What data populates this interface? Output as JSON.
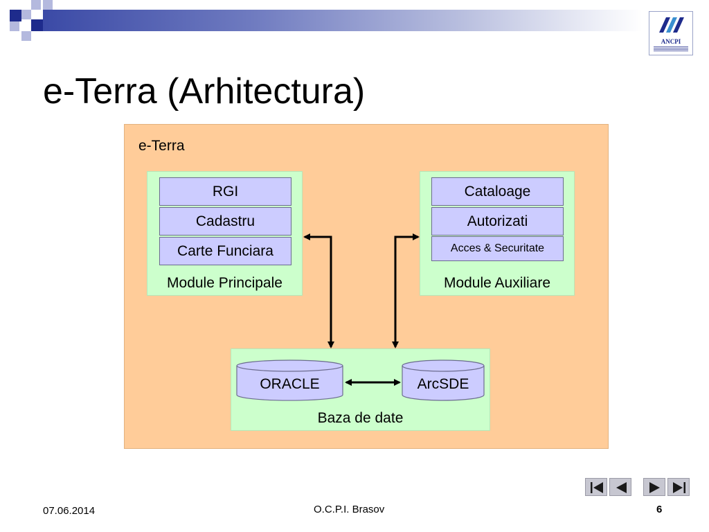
{
  "slide": {
    "title": "e-Terra (Arhitectura)",
    "logo": {
      "text": "ANCPI"
    },
    "footer": {
      "date": "07.06.2014",
      "center": "O.C.P.I. Brasov",
      "page": "6"
    },
    "colors": {
      "outer": "#ffcc99",
      "group": "#ccffcc",
      "module_box": "#ccccff",
      "accent": "#1e2b8c"
    }
  },
  "diagram": {
    "outer_label": "e-Terra",
    "principal": {
      "label": "Module Principale",
      "items": [
        "RGI",
        "Cadastru",
        "Carte Funciara"
      ]
    },
    "auxiliary": {
      "label": "Module Auxiliare",
      "items": [
        "Cataloage",
        "Autorizati",
        "Acces & Securitate"
      ]
    },
    "database": {
      "label": "Baza de date",
      "items": [
        "ORACLE",
        "ArcSDE"
      ]
    }
  },
  "nav": {
    "icons": [
      "first-slide-icon",
      "previous-slide-icon",
      "next-slide-icon",
      "last-slide-icon"
    ]
  }
}
